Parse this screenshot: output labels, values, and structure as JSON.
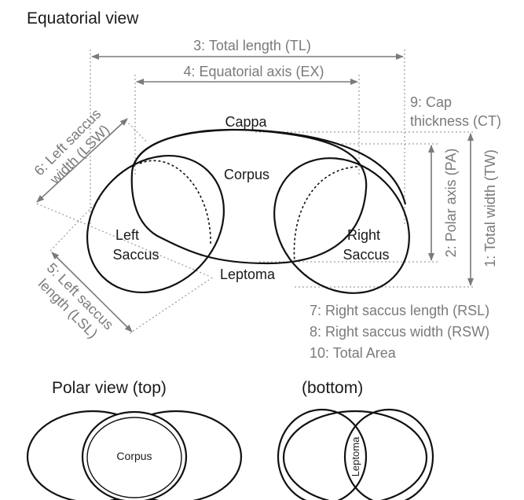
{
  "equatorial_view": {
    "title": "Equatorial view",
    "parts": {
      "cappa": "Cappa",
      "corpus": "Corpus",
      "left_saccus": [
        "Left",
        "Saccus"
      ],
      "right_saccus": [
        "Right",
        "Saccus"
      ],
      "leptoma": "Leptoma"
    },
    "measurements": {
      "total_length": "3: Total length (TL)",
      "equatorial_axis": "4: Equatorial axis (EX)",
      "cap_thickness": [
        "9: Cap",
        "thickness (CT)"
      ],
      "polar_axis": "2: Polar axis (PA)",
      "total_width": "1: Total width (TW)",
      "left_saccus_width": [
        "6: Left saccus",
        "width (LSW)"
      ],
      "left_saccus_length": [
        "5: Left saccus",
        "length (LSL)"
      ],
      "right_saccus_length": "7: Right saccus length (RSL)",
      "right_saccus_width": "8: Right saccus width (RSW)",
      "total_area": "10: Total Area"
    }
  },
  "polar_view_top": {
    "title": "Polar view (top)",
    "corpus": "Corpus"
  },
  "polar_view_bottom": {
    "title": "(bottom)",
    "leptoma": "Leptoma"
  },
  "colors": {
    "outline": "#111111",
    "dimension": "#7a7a7a",
    "label_dark": "#1a1a1a"
  }
}
